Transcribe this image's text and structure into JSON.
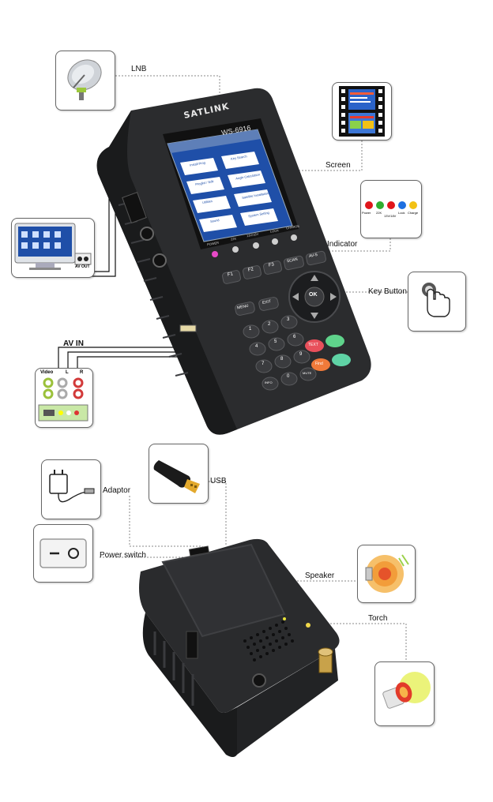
{
  "labels": {
    "lnb": "LNB",
    "screen": "Screen",
    "indicator": "Indicator",
    "key_button": "Key Button",
    "av_in": "AV  IN",
    "adaptor": "Adaptor",
    "usb": "USB",
    "power_switch": "Power switch",
    "speaker": "Speaker",
    "torch": "Torch"
  },
  "device": {
    "brand": "SATLINK",
    "model": "WS-6916",
    "screen_menu": [
      "Install Prog",
      "Key Search",
      "Proglist / Edit",
      "Angle Calculation",
      "Utilities",
      "Satellite Installation",
      "Sound",
      "System Setting"
    ],
    "indicator_labels": [
      "POWER",
      "22K",
      "13V/18V",
      "LOCK",
      "CHARGE"
    ],
    "fn_keys": [
      "F1",
      "F2",
      "F3",
      "SCAN",
      "AV-S"
    ],
    "menu_key": "MENU",
    "exit_key": "EXIT",
    "ok_key": "OK",
    "num_keys": [
      "1",
      "2",
      "3",
      "4",
      "5",
      "6",
      "7",
      "8",
      "9",
      "INFO",
      "0",
      "MUTE"
    ],
    "text_key": "TEXT",
    "find_key": "Find"
  },
  "indicator_tile": {
    "lights": [
      {
        "label": "Power",
        "color": "#e0161b"
      },
      {
        "label": "22K",
        "color": "#2fae2f"
      },
      {
        "label": "13V/18V",
        "color": "#e0161b"
      },
      {
        "label": "Lock",
        "color": "#1e6fe0"
      },
      {
        "label": "Charge",
        "color": "#f2c114"
      }
    ]
  },
  "av_in_tile": {
    "headings": [
      "Video",
      "L",
      "R"
    ]
  },
  "av_out_tile": {
    "label": "AV OUT"
  },
  "colors": {
    "device_body": "#2b2c2e",
    "screen_blue": "#1f4fa8",
    "line": "#999999"
  }
}
